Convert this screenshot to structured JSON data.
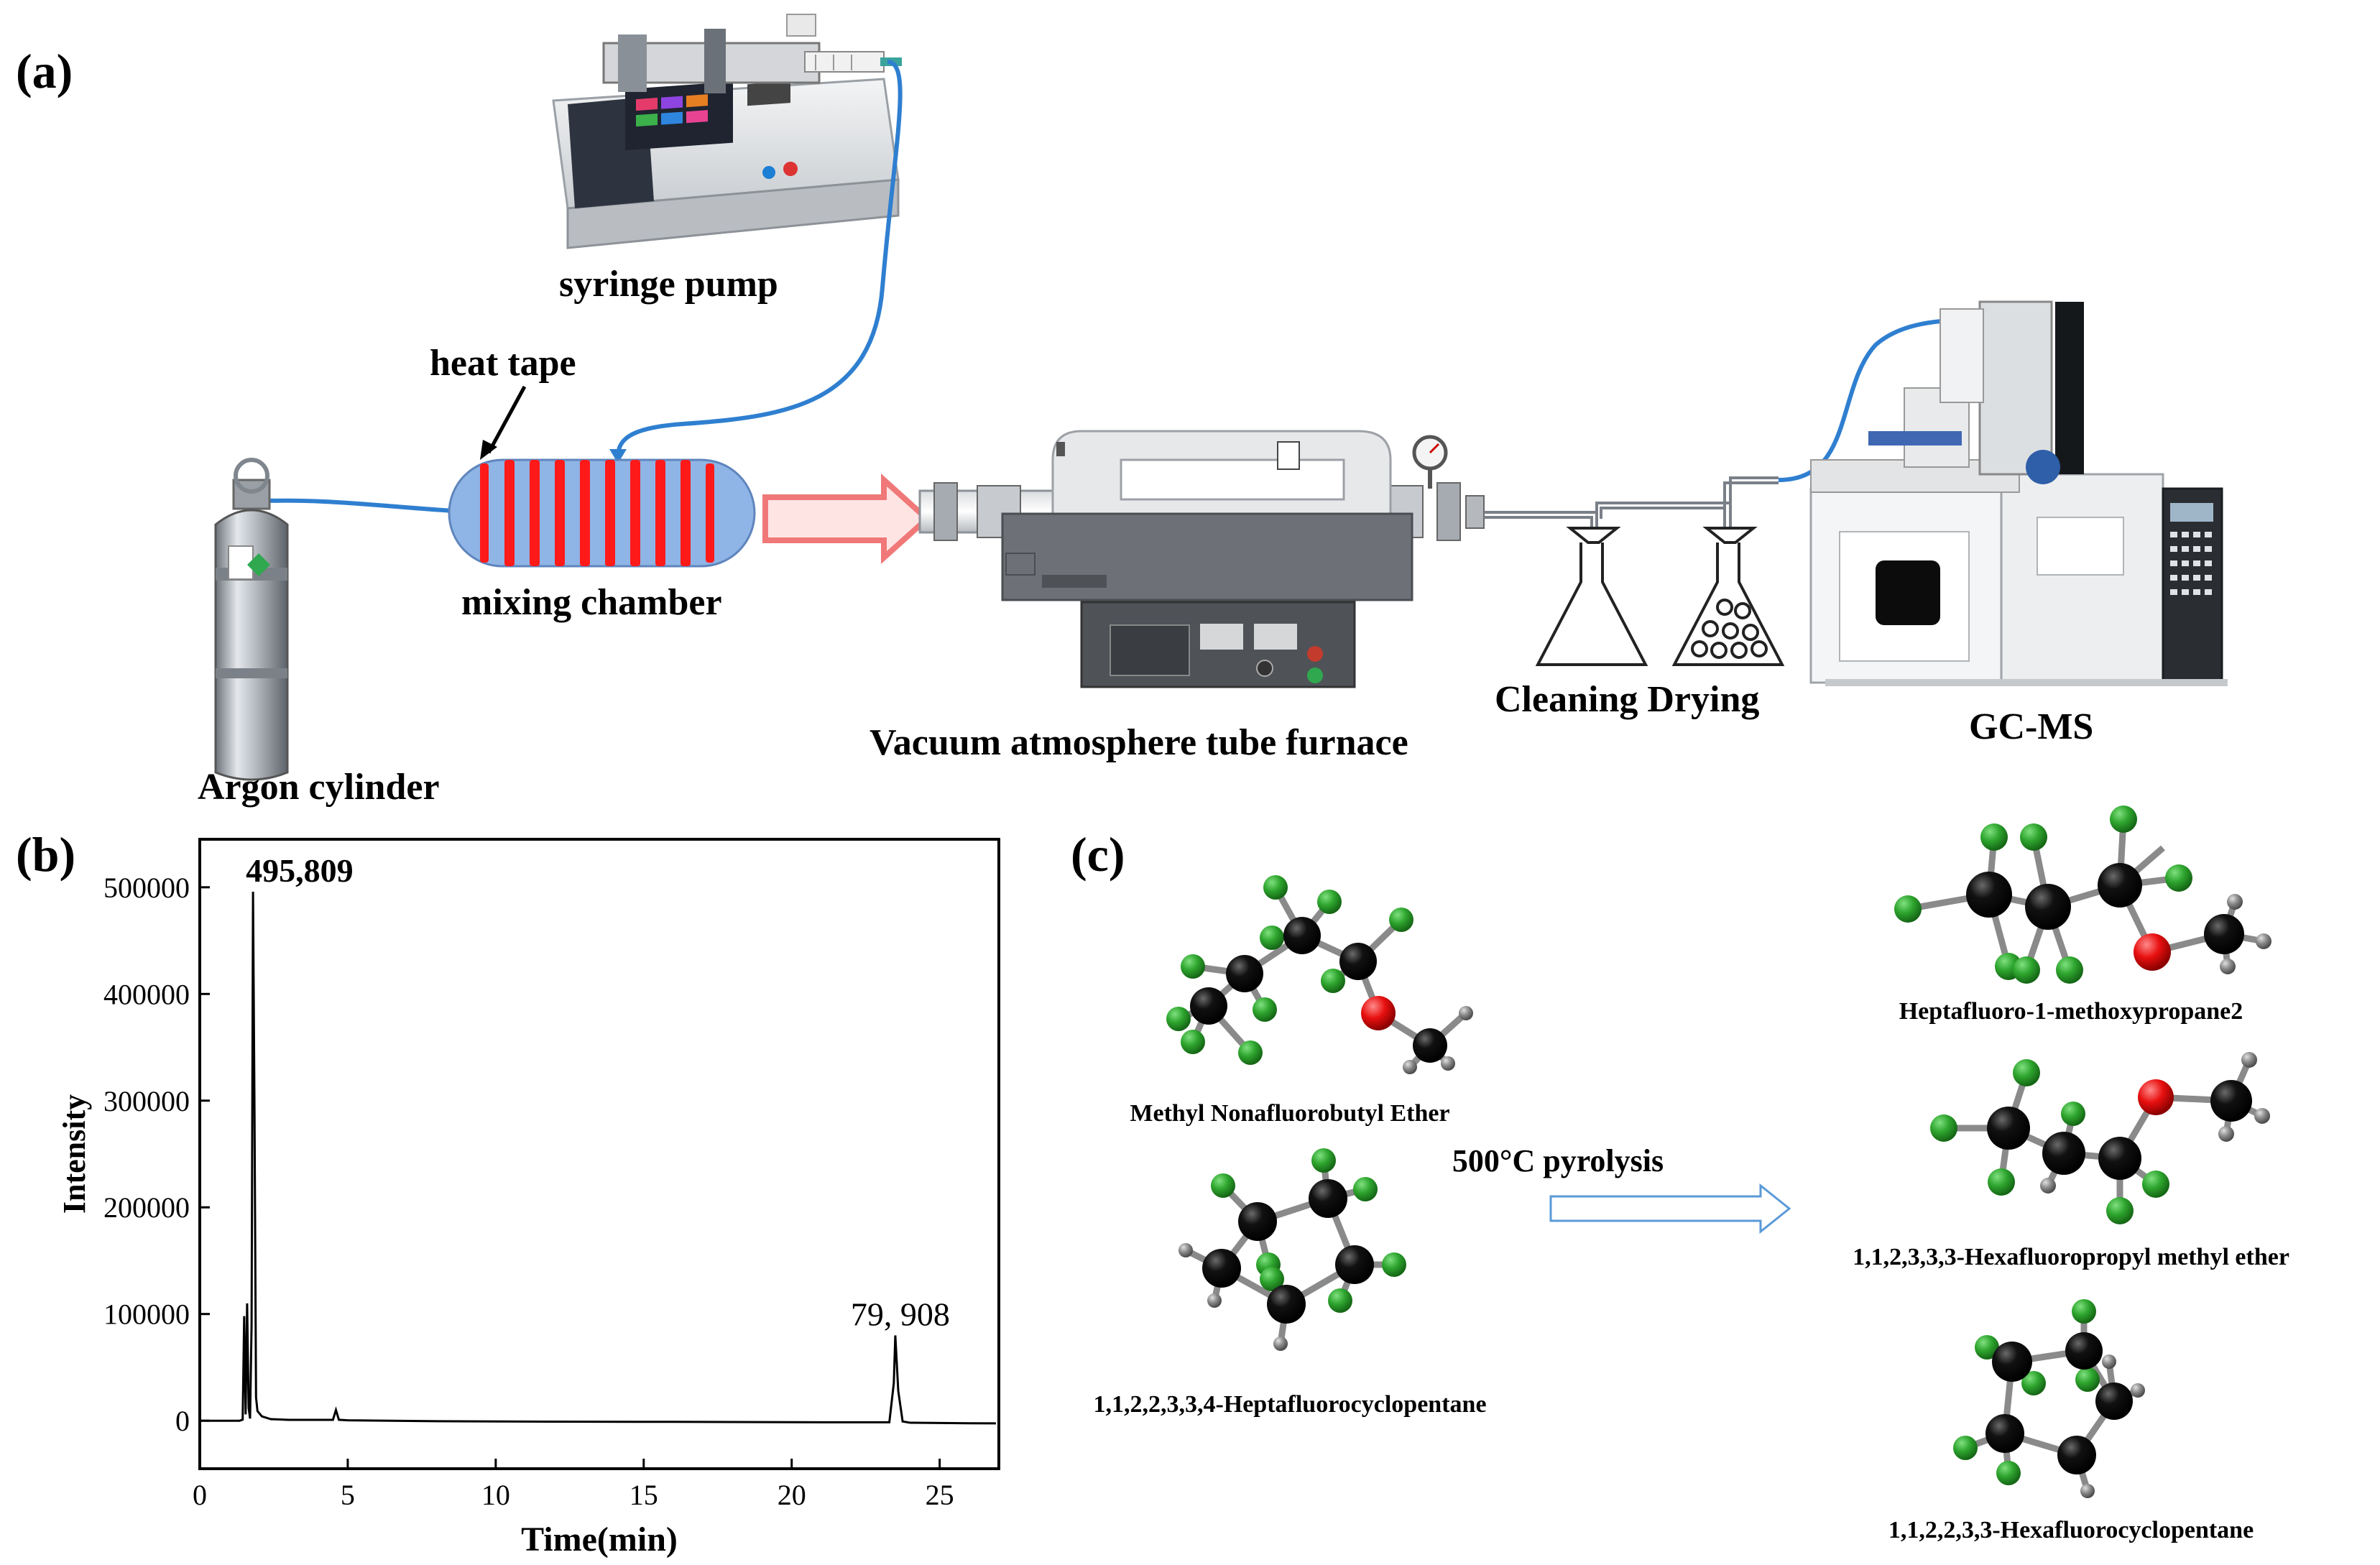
{
  "panels": {
    "a": "(a)",
    "b": "(b)",
    "c": "(c)"
  },
  "setup": {
    "syringe_pump": "syringe pump",
    "heat_tape": "heat tape",
    "mixing_chamber": "mixing chamber",
    "argon_cylinder": "Argon cylinder",
    "furnace": "Vacuum atmosphere tube furnace",
    "cleaning_drying": "Cleaning Drying",
    "gcms": "GC-MS"
  },
  "colors": {
    "tube": "#2f7fd0",
    "heat_tape": "#ff1a1a",
    "chamber": "#8fb4e6",
    "arrow": "#f07878",
    "oxygen": "#ee1111",
    "fluorine": "#2fa82f",
    "carbon": "#111111",
    "hydrogen": "#8a8a8a"
  },
  "chart_data": {
    "type": "line",
    "xlabel": "Time(min)",
    "ylabel": "Intensity",
    "xlim": [
      0,
      27
    ],
    "ylim": [
      -45000,
      545000
    ],
    "xticks": [
      0,
      5,
      10,
      15,
      20,
      25
    ],
    "yticks": [
      0,
      100000,
      200000,
      300000,
      400000,
      500000
    ],
    "grid": false,
    "series": [
      {
        "x": [
          0,
          1.35,
          1.45,
          1.5,
          1.55,
          1.6,
          1.65,
          1.7,
          1.75,
          1.8,
          1.85,
          1.9,
          1.95,
          2.1,
          2.4,
          3.0,
          4.5,
          4.6,
          4.7,
          5.0,
          8.0,
          12.0,
          16.0,
          20.0,
          23.3,
          23.45,
          23.5,
          23.6,
          23.75,
          24.0,
          26.0,
          26.9
        ],
        "y": [
          0,
          0,
          1000,
          98000,
          6000,
          110000,
          12000,
          2000,
          90000,
          495809,
          285000,
          22000,
          9000,
          4000,
          1500,
          800,
          800,
          10000,
          900,
          400,
          -500,
          -900,
          -1100,
          -1400,
          -1500,
          35000,
          79908,
          28000,
          -700,
          -1900,
          -2400,
          -2500
        ]
      }
    ],
    "annotations": [
      {
        "text": "495,809",
        "x": 1.8,
        "y": 495809
      },
      {
        "text": "79, 908",
        "x": 23.5,
        "y": 79908
      }
    ]
  },
  "pyrolysis": {
    "condition": "500°C pyrolysis",
    "reactants": [
      "Methyl Nonafluorobutyl  Ether",
      "1,1,2,2,3,3,4-Heptafluorocyclopentane"
    ],
    "products": [
      "Heptafluoro-1-methoxypropane2",
      "1,1,2,3,3,3-Hexafluoropropyl methyl ether",
      "1,1,2,2,3,3-Hexafluorocyclopentane"
    ]
  }
}
